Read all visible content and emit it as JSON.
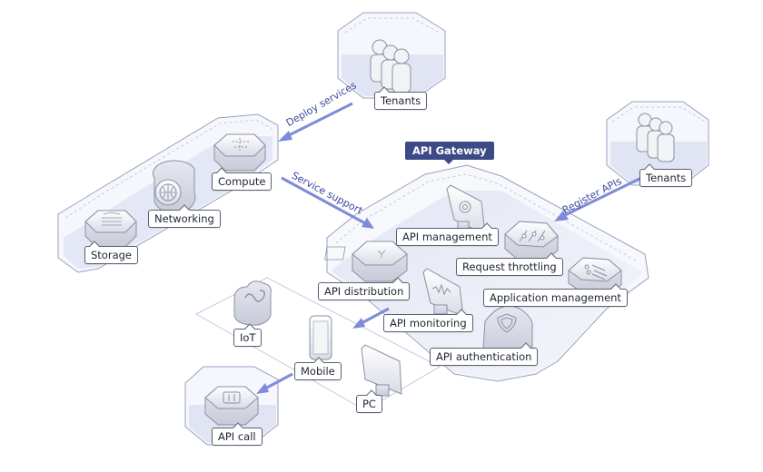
{
  "title": "API Gateway",
  "colors": {
    "accent": "#3d4a86",
    "arrow": "#7f8bd8",
    "arrow_text": "#3b4aa0",
    "platform_fill": "#eceef8",
    "platform_stroke": "#9aa0c0"
  },
  "zones": {
    "tenants_top": {
      "label": "Tenants",
      "icon": "users-icon"
    },
    "tenants_right": {
      "label": "Tenants",
      "icon": "users-icon"
    },
    "cloud_services": {
      "items": [
        {
          "label": "Compute",
          "icon": "compute-icon"
        },
        {
          "label": "Networking",
          "icon": "globe-icon"
        },
        {
          "label": "Storage",
          "icon": "storage-icon"
        }
      ]
    },
    "api_gateway": {
      "title": "API Gateway",
      "items": [
        {
          "label": "API management",
          "icon": "gear-monitor-icon"
        },
        {
          "label": "Request throttling",
          "icon": "sliders-icon"
        },
        {
          "label": "API distribution",
          "icon": "distribution-icon"
        },
        {
          "label": "Application management",
          "icon": "list-icon"
        },
        {
          "label": "API monitoring",
          "icon": "waveform-monitor-icon"
        },
        {
          "label": "API authentication",
          "icon": "shield-icon"
        }
      ]
    },
    "clients": {
      "items": [
        {
          "label": "IoT",
          "icon": "iot-cloud-icon"
        },
        {
          "label": "Mobile",
          "icon": "mobile-icon"
        },
        {
          "label": "PC",
          "icon": "pc-icon"
        }
      ]
    },
    "api_call": {
      "label": "API call",
      "icon": "api-call-icon"
    }
  },
  "arrows": {
    "deploy": "Deploy services",
    "support": "Service support",
    "register": "Register APIs"
  }
}
